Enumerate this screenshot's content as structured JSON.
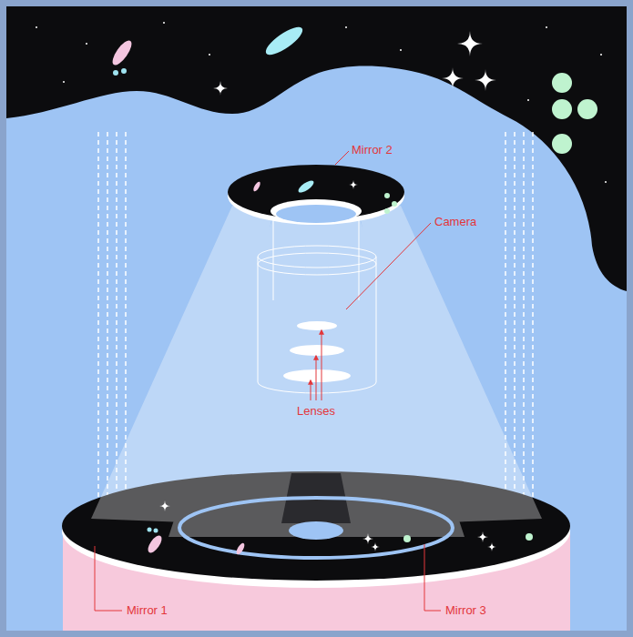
{
  "diagram": {
    "labels": [
      "Mirror 2",
      "Camera",
      "Lenses",
      "Mirror 1",
      "Mirror 3"
    ]
  }
}
